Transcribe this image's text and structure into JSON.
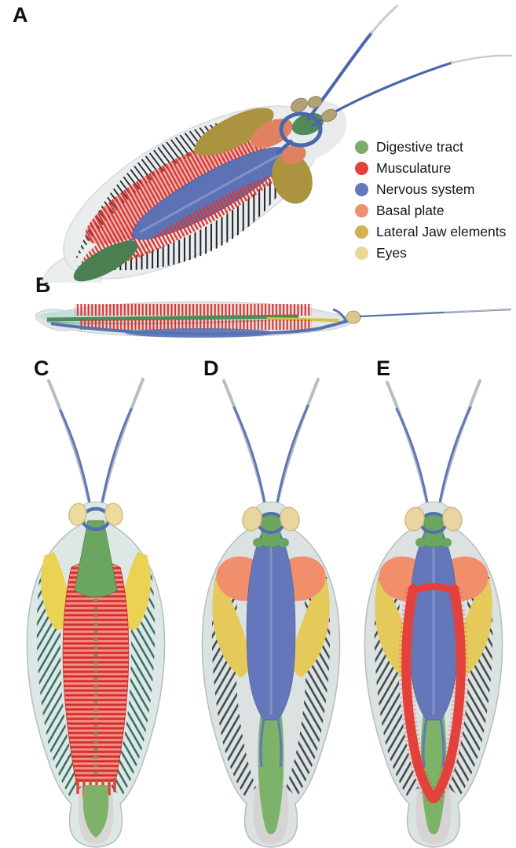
{
  "figure": {
    "background": "#ffffff",
    "panel_labels": {
      "a": "A",
      "b": "B",
      "c": "C",
      "d": "D",
      "e": "E"
    },
    "legend": {
      "items": [
        {
          "label": "Digestive tract",
          "color": "#7aae68"
        },
        {
          "label": "Musculature",
          "color": "#e6403a"
        },
        {
          "label": "Nervous system",
          "color": "#6478bb"
        },
        {
          "label": "Basal plate",
          "color": "#f0906e"
        },
        {
          "label": "Lateral Jaw elements",
          "color": "#d2b151"
        },
        {
          "label": "Eyes",
          "color": "#e9d795"
        }
      ]
    },
    "anatomy_colors": {
      "digestive_tract": "#7aae68",
      "musculature": "#e6403a",
      "nervous_system": "#6478bb",
      "basal_plate": "#f0906e",
      "lateral_jaw_elements": "#d2b151",
      "eyes": "#e9d795",
      "body_outline": "#dde4e3",
      "setae_dark": "#3d4747",
      "setae_teal": "#2e6a5f",
      "antenna_gray": "#b8bec3"
    }
  }
}
